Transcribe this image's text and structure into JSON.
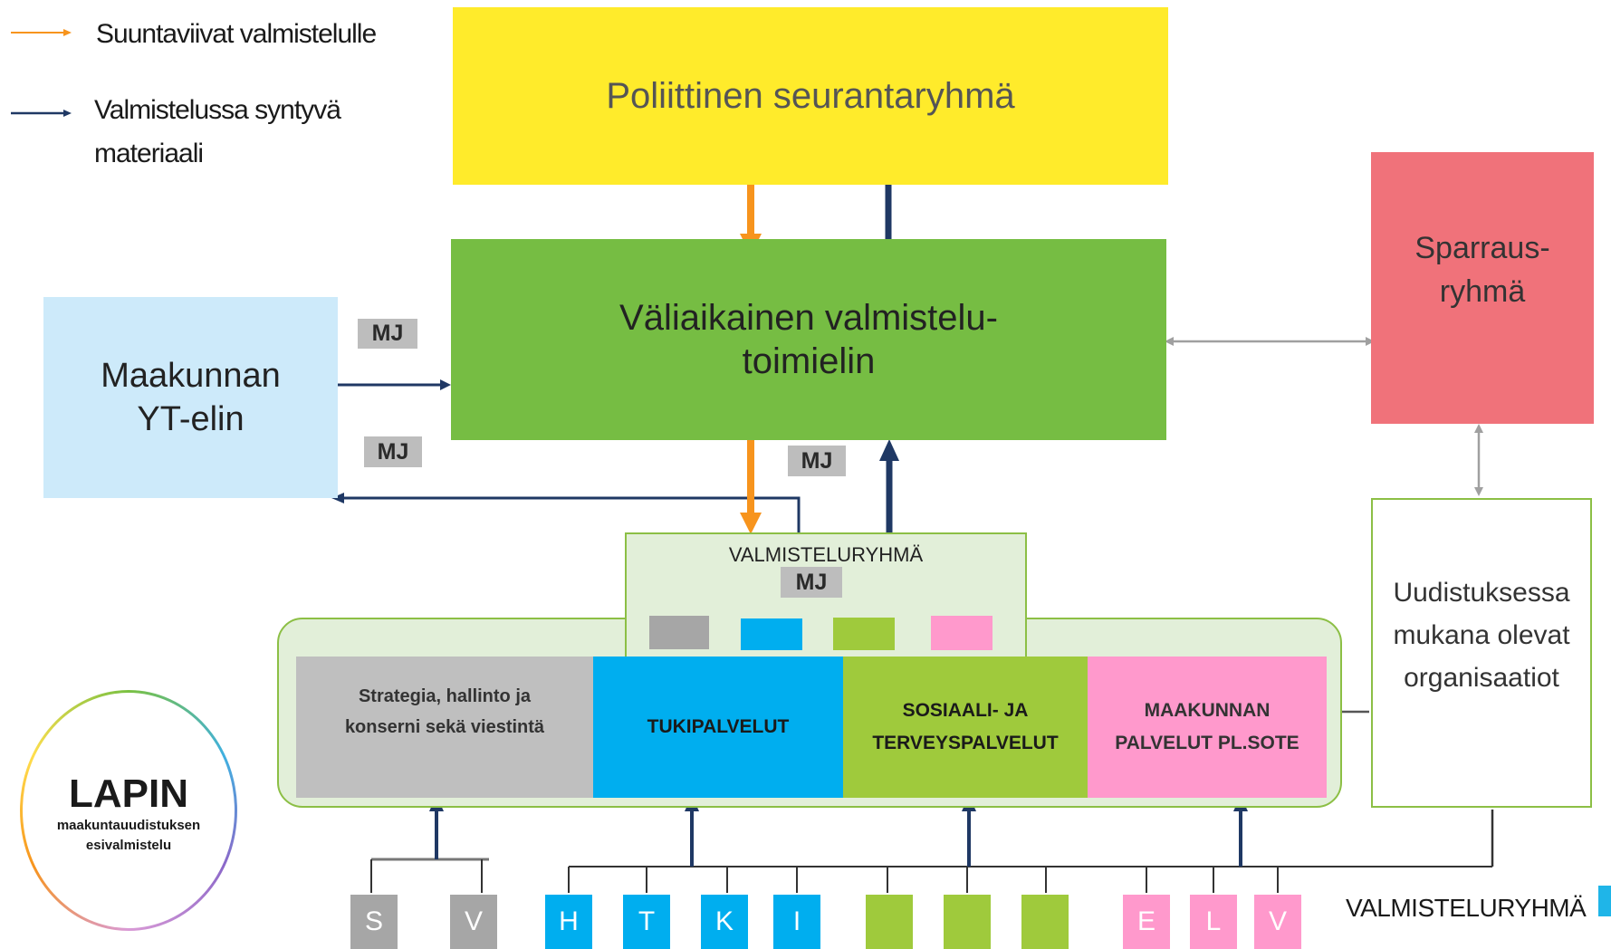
{
  "legend": {
    "guidelines": "Suuntaviivat valmistelulle",
    "material_line1": "Valmistelussa syntyvä",
    "material_line2": "materiaali"
  },
  "boxes": {
    "political": "Poliittinen seurantaryhmä",
    "interim_line1": "Väliaikainen valmistelu-",
    "interim_line2": "toimielin",
    "yt_line1": "Maakunnan",
    "yt_line2": "YT-elin",
    "sparring_line1": "Sparraus-",
    "sparring_line2": "ryhmä",
    "organisations_line1": "Uudistuksessa",
    "organisations_line2": "mukana olevat",
    "organisations_line3": "organisaatiot",
    "prep_group": "VALMISTELURYHMÄ"
  },
  "tags": {
    "mj_top": "MJ",
    "mj_bottom_left": "MJ",
    "mj_center": "MJ",
    "mj_prep": "MJ"
  },
  "sections": {
    "strategy_line1": "Strategia, hallinto ja",
    "strategy_line2": "konserni sekä viestintä",
    "support": "TUKIPALVELUT",
    "social_line1": "SOSIAALI- JA",
    "social_line2": "TERVEYSPALVELUT",
    "regional_line1": "MAAKUNNAN",
    "regional_line2": "PALVELUT PL.SOTE"
  },
  "bottom_groups": [
    "S",
    "V",
    "H",
    "T",
    "K",
    "I",
    "",
    "",
    "",
    "E",
    "L",
    "V"
  ],
  "bottom_label": "VALMISTELURYHMÄ",
  "logo": {
    "title": "LAPIN",
    "line1": "maakuntauudistuksen",
    "line2": "esivalmistelu"
  },
  "colors": {
    "guidelines_arrow": "#f7941d",
    "material_arrow": "#1f3864",
    "political": "#ffeb2b",
    "interim": "#76bd43",
    "yt": "#cdeafa",
    "sparring": "#f0727a",
    "strategy": "#bfbfbf",
    "support": "#00aeef",
    "social": "#9fca3c",
    "regional": "#ff99cc"
  }
}
